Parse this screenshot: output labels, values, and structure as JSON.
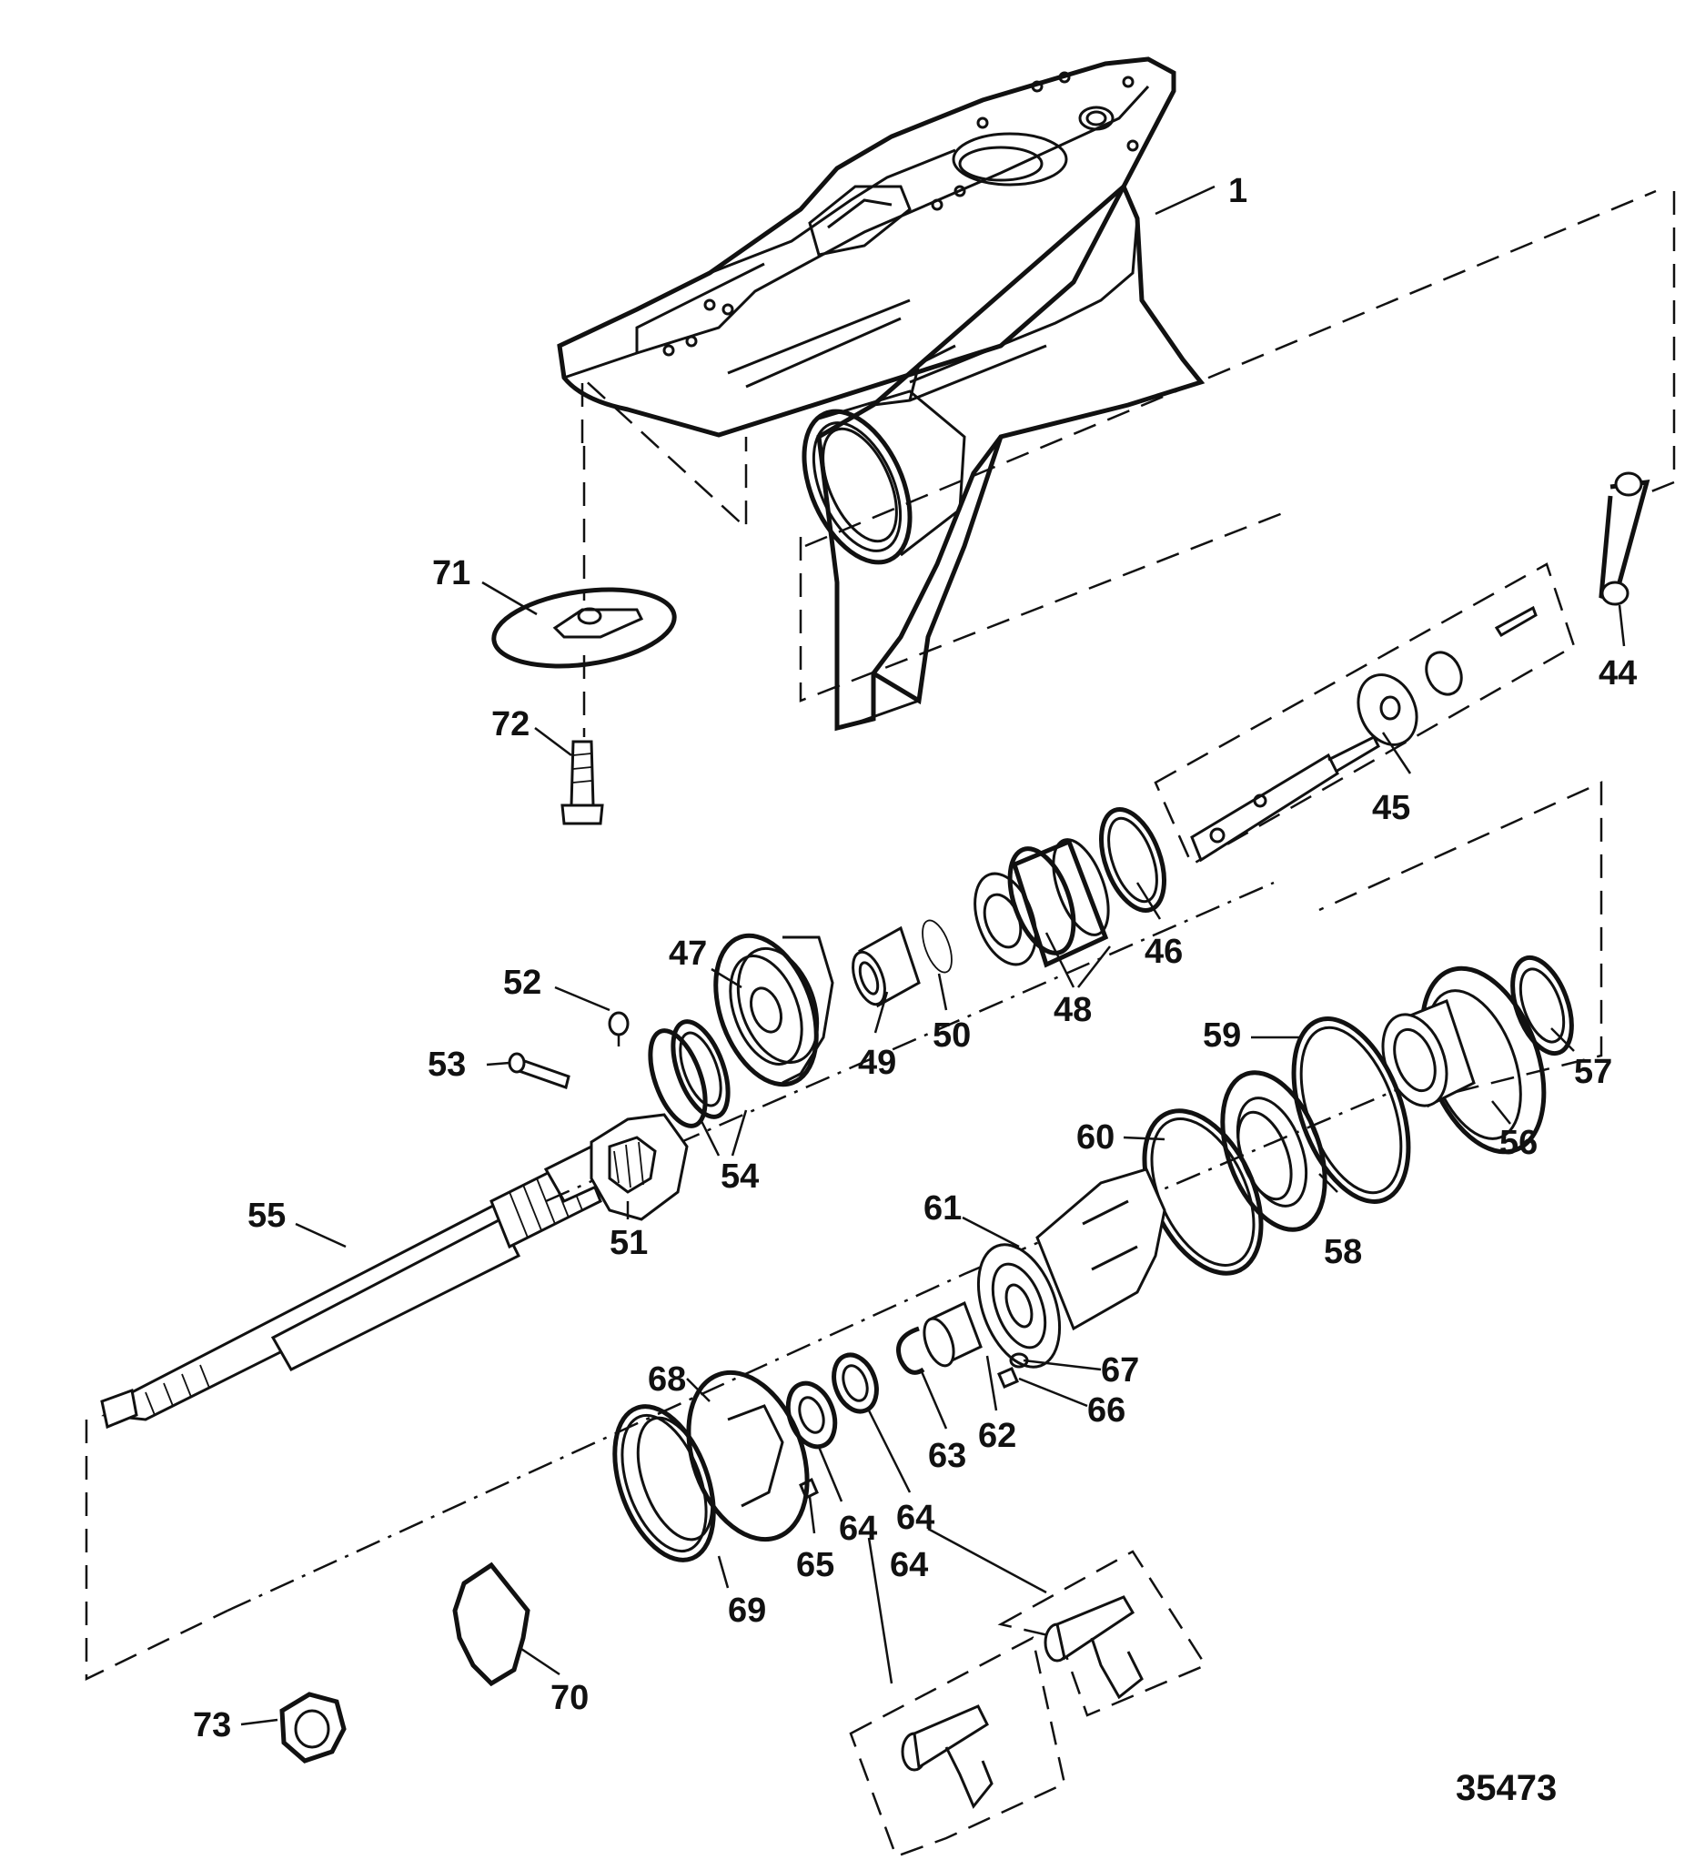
{
  "figure_number": "35473",
  "parts": [
    {
      "id": "p1",
      "label": "1"
    },
    {
      "id": "p44",
      "label": "44"
    },
    {
      "id": "p45",
      "label": "45"
    },
    {
      "id": "p46",
      "label": "46"
    },
    {
      "id": "p47",
      "label": "47"
    },
    {
      "id": "p48",
      "label": "48"
    },
    {
      "id": "p49",
      "label": "49"
    },
    {
      "id": "p50",
      "label": "50"
    },
    {
      "id": "p51",
      "label": "51"
    },
    {
      "id": "p52",
      "label": "52"
    },
    {
      "id": "p53",
      "label": "53"
    },
    {
      "id": "p54",
      "label": "54"
    },
    {
      "id": "p55",
      "label": "55"
    },
    {
      "id": "p56",
      "label": "56"
    },
    {
      "id": "p57",
      "label": "57"
    },
    {
      "id": "p58",
      "label": "58"
    },
    {
      "id": "p59",
      "label": "59"
    },
    {
      "id": "p60",
      "label": "60"
    },
    {
      "id": "p61",
      "label": "61"
    },
    {
      "id": "p62",
      "label": "62"
    },
    {
      "id": "p63",
      "label": "63"
    },
    {
      "id": "p64a",
      "label": "64"
    },
    {
      "id": "p64b",
      "label": "64"
    },
    {
      "id": "p64c",
      "label": "64"
    },
    {
      "id": "p65",
      "label": "65"
    },
    {
      "id": "p66",
      "label": "66"
    },
    {
      "id": "p67",
      "label": "67"
    },
    {
      "id": "p68",
      "label": "68"
    },
    {
      "id": "p69",
      "label": "69"
    },
    {
      "id": "p70",
      "label": "70"
    },
    {
      "id": "p71",
      "label": "71"
    },
    {
      "id": "p72",
      "label": "72"
    },
    {
      "id": "p73",
      "label": "73"
    }
  ]
}
